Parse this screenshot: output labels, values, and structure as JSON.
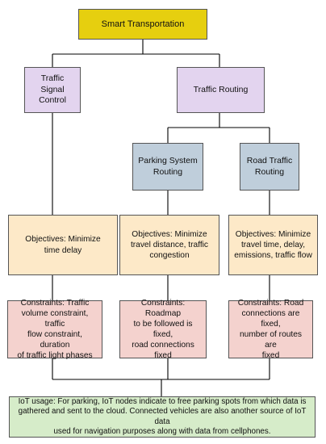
{
  "diagram": {
    "root": "Smart Transportation",
    "level2": {
      "traffic_signal": "Traffic Signal\nControl",
      "traffic_routing": "Traffic Routing"
    },
    "routing_children": {
      "parking": "Parking System\nRouting",
      "road": "Road Traffic\nRouting"
    },
    "objectives": [
      "Objectives: Minimize\ntime delay",
      "Objectives: Minimize\ntravel distance, traffic\ncongestion",
      "Objectives: Minimize\ntravel time, delay,\nemissions, traffic flow"
    ],
    "constraints": [
      "Constraints: Traffic\nvolume constraint, traffic\nflow constraint, duration\nof traffic light phases",
      "Constraints: Roadmap\nto be followed is fixed,\nroad connections fixed",
      "Constraints: Road\nconnections are fixed,\nnumber of routes are\nfixed"
    ],
    "iot": "IoT usage: For parking, IoT nodes indicate to free parking spots from which data is\ngathered and sent to the cloud. Connected vehicles are also another source of IoT data\nused for navigation purposes along with data from cellphones."
  },
  "colors": {
    "root": "#e6cf0f",
    "level2": "#e3d4ef",
    "routing": "#bfcedb",
    "objectives": "#fde9c8",
    "constraints": "#f4d2ce",
    "iot": "#d6ecc9",
    "line": "#000000"
  }
}
